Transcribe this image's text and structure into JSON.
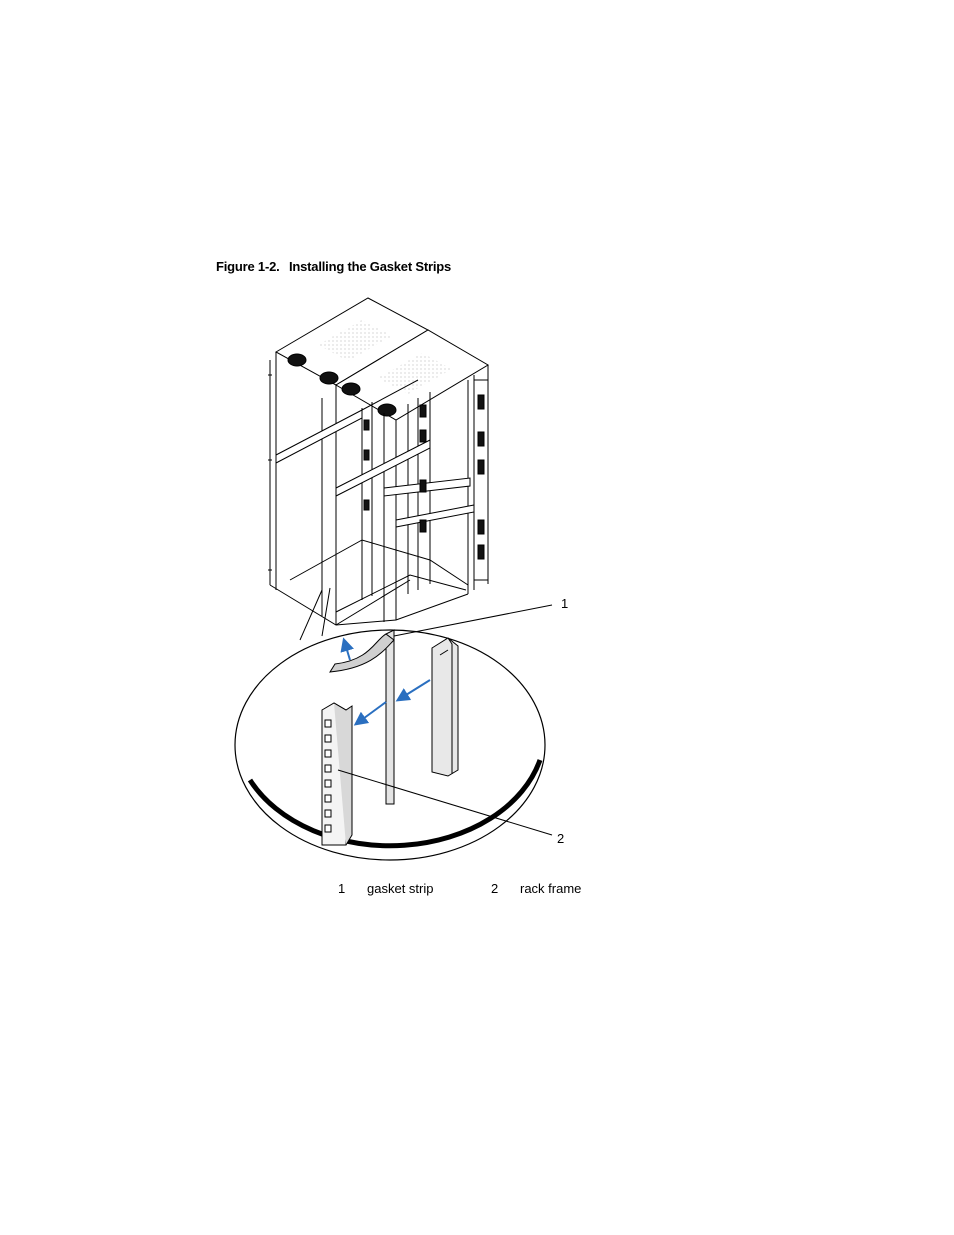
{
  "caption": {
    "number": "Figure 1-2.",
    "title": "Installing the Gasket Strips"
  },
  "callouts": [
    {
      "num": "1"
    },
    {
      "num": "2"
    }
  ],
  "legend": [
    {
      "num": "1",
      "label": "gasket strip"
    },
    {
      "num": "2",
      "label": "rack frame"
    }
  ],
  "colors": {
    "arrow": "#2a6fc0",
    "line": "#000000"
  }
}
